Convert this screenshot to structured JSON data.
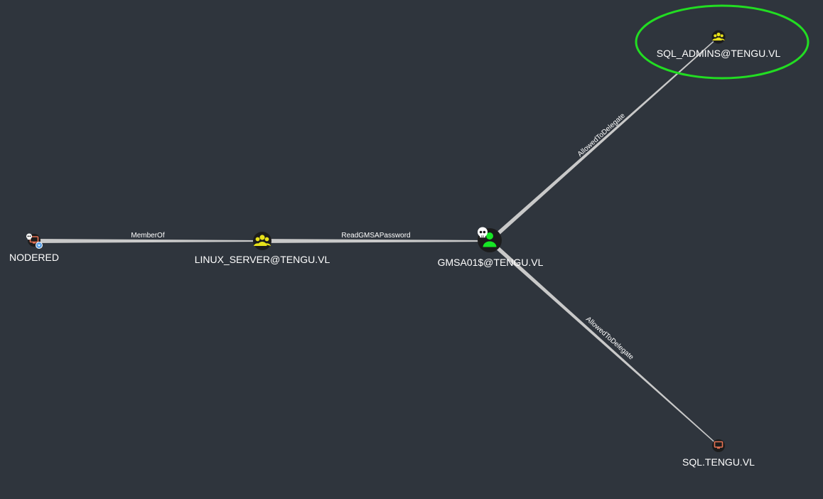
{
  "graph": {
    "nodes": {
      "nodered": {
        "label": "NODERED",
        "type": "computer",
        "owned": true,
        "icon": "computer-icon"
      },
      "linux_server": {
        "label": "LINUX_SERVER@TENGU.VL",
        "type": "group",
        "icon": "group-icon"
      },
      "gmsa01": {
        "label": "GMSA01$@TENGU.VL",
        "type": "user",
        "owned": true,
        "icon": "user-icon"
      },
      "sql_admins": {
        "label": "SQL_ADMINS@TENGU.VL",
        "type": "group",
        "highlighted": true,
        "icon": "group-icon"
      },
      "sql_tengu": {
        "label": "SQL.TENGU.VL",
        "type": "computer",
        "icon": "computer-icon"
      }
    },
    "edges": {
      "memberof": {
        "label": "MemberOf",
        "from": "NODERED",
        "to": "LINUX_SERVER@TENGU.VL"
      },
      "readgmsa": {
        "label": "ReadGMSAPassword",
        "from": "LINUX_SERVER@TENGU.VL",
        "to": "GMSA01$@TENGU.VL"
      },
      "delegate_admins": {
        "label": "AllowedToDelegate",
        "from": "GMSA01$@TENGU.VL",
        "to": "SQL_ADMINS@TENGU.VL"
      },
      "delegate_sql": {
        "label": "AllowedToDelegate",
        "from": "GMSA01$@TENGU.VL",
        "to": "SQL.TENGU.VL"
      }
    }
  },
  "colors": {
    "background": "#2f353d",
    "edge": "#c4c4c4",
    "group_node": "#e8e21a",
    "user_node": "#17e625",
    "computer_node": "#e77254",
    "highlight_ring": "#22dd22",
    "owned_badge": "#5aa0e6"
  }
}
